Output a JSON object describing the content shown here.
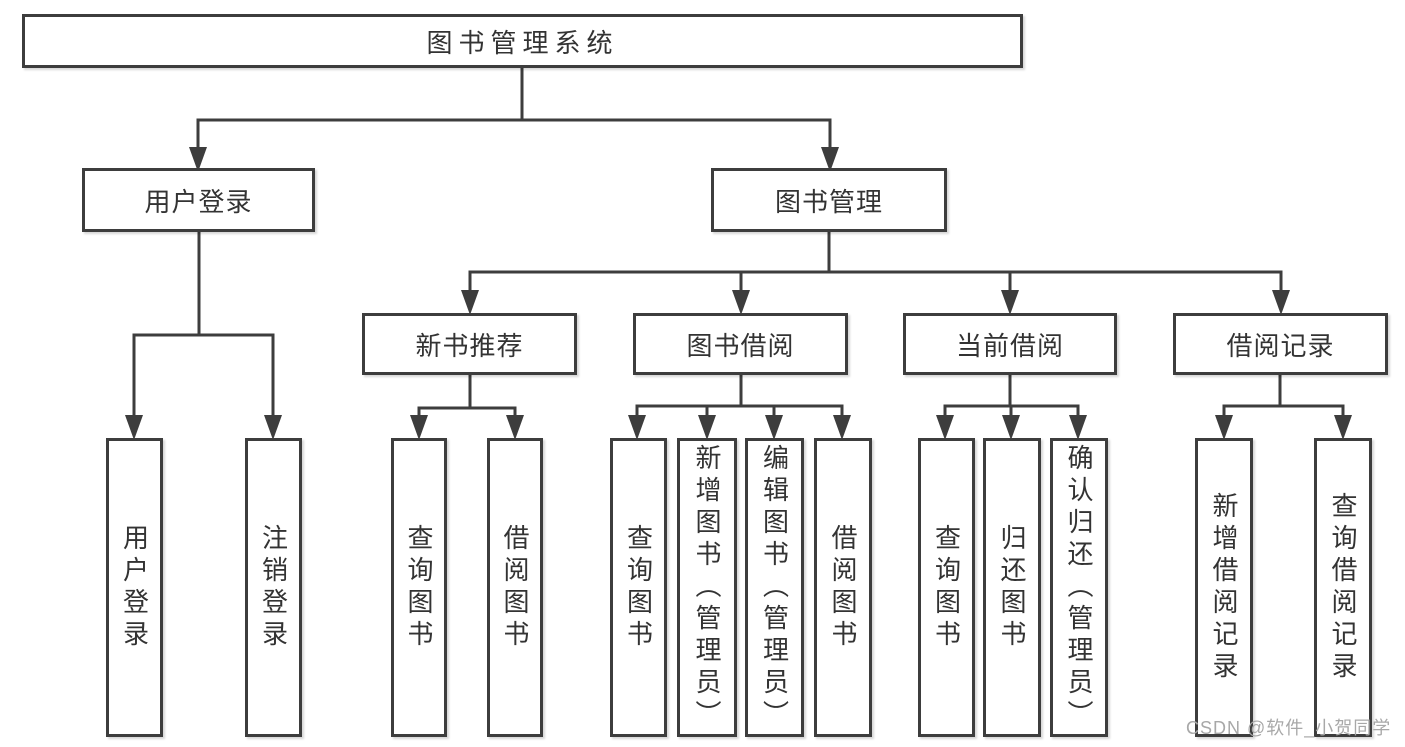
{
  "colors": {
    "background": "#ffffff",
    "box_border": "#3d3d3d",
    "connector": "#3d3d3d",
    "text": "#333333",
    "watermark": "#a8a8a8"
  },
  "diagram": {
    "root_label": "图书管理系统",
    "user_login": {
      "label": "用户登录",
      "children": [
        "用户登录",
        "注销登录"
      ]
    },
    "book_mgmt": {
      "label": "图书管理",
      "sections": [
        {
          "label": "新书推荐",
          "children": [
            "查询图书",
            "借阅图书"
          ]
        },
        {
          "label": "图书借阅",
          "children": [
            "查询图书",
            "新增图书（管理员）",
            "编辑图书（管理员）",
            "借阅图书"
          ]
        },
        {
          "label": "当前借阅",
          "children": [
            "查询图书",
            "归还图书",
            "确认归还（管理员）"
          ]
        },
        {
          "label": "借阅记录",
          "children": [
            "新增借阅记录",
            "查询借阅记录"
          ]
        }
      ]
    }
  },
  "watermark": {
    "text": "CSDN @软件_小贺同学"
  }
}
